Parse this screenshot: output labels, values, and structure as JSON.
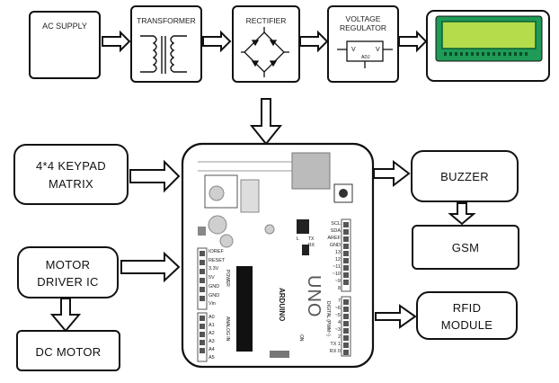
{
  "blocks": {
    "ac_supply": "AC SUPPLY",
    "transformer": "TRANSFORMER",
    "rectifier": "RECTIFIER",
    "regulator_line1": "VOLTAGE",
    "regulator_line2": "REGULATOR",
    "regulator_vin": "V",
    "regulator_vout": "V",
    "regulator_adj": "ADJ",
    "keypad_line1": "4*4 KEYPAD",
    "keypad_line2": "MATRIX",
    "motor_driver_line1": "MOTOR",
    "motor_driver_line2": "DRIVER  IC",
    "dc_motor": "DC MOTOR",
    "buzzer": "BUZZER",
    "gsm": "GSM",
    "rfid_line1": "RFID",
    "rfid_line2": "MODULE"
  },
  "arduino": {
    "brand": "ARDUINO",
    "model": "UNO",
    "power_pins": [
      "IOREF",
      "RESET",
      "3.3V",
      "5V",
      "GND",
      "GND",
      "Vin"
    ],
    "analog_pins": [
      "A0",
      "A1",
      "A2",
      "A3",
      "A4",
      "A5"
    ],
    "digital_pins_top": [
      "SCL",
      "SDA",
      "AREF",
      "GND",
      "13",
      "12",
      "~11",
      "~10",
      "~9",
      "8"
    ],
    "digital_pins_bottom": [
      "7",
      "~6",
      "~5",
      "4",
      "~3",
      "2",
      "TX 1",
      "RX 0"
    ],
    "power_label": "POWER",
    "analog_label": "ANALOG IN",
    "digital_label": "DIGITAL (PWM~)",
    "led_labels": [
      "L",
      "TX",
      "RX"
    ],
    "on_label": "ON"
  },
  "colors": {
    "lcd_screen": "#b5dc4a",
    "lcd_board": "#1f9a57",
    "stroke": "#111111"
  }
}
